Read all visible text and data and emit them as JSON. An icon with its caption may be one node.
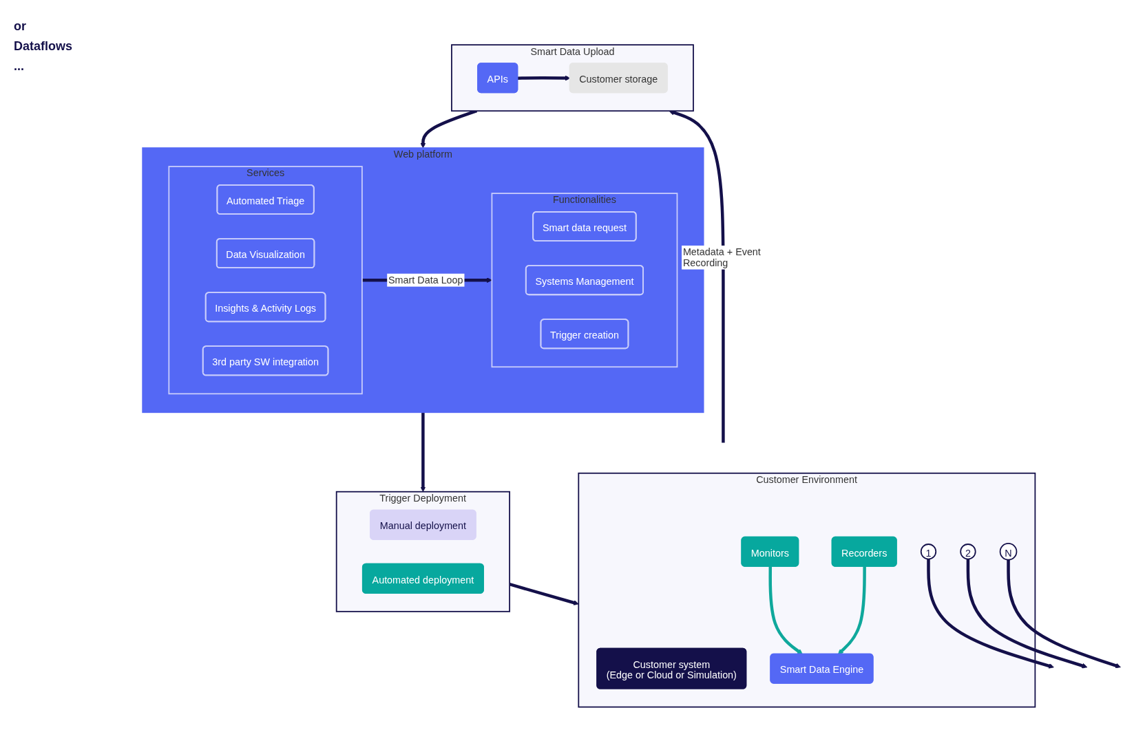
{
  "diagram": {
    "nodes": [
      {
        "text": [
          "Web platform"
        ]
      },
      {
        "text": [
          "Functionalities"
        ],
        "in": 0
      },
      {
        "text": [
          "Smart data request"
        ],
        "in": 1
      },
      {
        "text": [
          "Systems Management"
        ],
        "in": 1
      },
      {
        "text": [
          "Trigger creation"
        ],
        "in": 1
      },
      {
        "text": [
          "Services"
        ],
        "in": 0
      },
      {
        "text": [
          "Automated Triage"
        ],
        "in": 5
      },
      {
        "text": [
          "Data Visualization"
        ],
        "in": 5
      },
      {
        "text": [
          "Insights & Activity Logs"
        ],
        "in": 5
      },
      {
        "text": [
          "3rd party SW integration"
        ],
        "in": 5
      },
      {
        "text": [
          "Trigger Deployment"
        ]
      },
      {
        "text": [
          "Manual deployment"
        ],
        "in": 10
      },
      {
        "text": [
          "Automated deployment"
        ],
        "in": 10
      },
      {
        "text": [
          "Smart Data Upload"
        ]
      },
      {
        "text": [
          "APIs"
        ],
        "in": 13
      },
      {
        "text": [
          "Customer storage"
        ],
        "in": 13
      },
      {
        "text": [
          "Customer Environment"
        ]
      },
      {
        "text": [
          "Customer system",
          "(Edge or Cloud or Simulation)"
        ],
        "in": 16
      },
      {
        "text": [
          "1"
        ],
        "in": 16
      },
      {
        "text": [
          "2"
        ],
        "in": 16
      },
      {
        "text": [
          "N"
        ],
        "in": 16
      },
      {
        "text": [
          "Monitors"
        ],
        "in": 16
      },
      {
        "text": [
          "Recorders"
        ],
        "in": 16
      },
      {
        "text": [
          "Smart Data Engine"
        ],
        "in": 16
      }
    ],
    "edges": [
      {
        "from": 5,
        "to": 1,
        "arrow": "to",
        "label": "Smart Data Loop"
      },
      {
        "from": 0,
        "to": 10,
        "arrow": "to"
      },
      {
        "from": 10,
        "to": 16,
        "arrow": "to"
      },
      {
        "from": 16,
        "to": 13,
        "arrow": "to",
        "label": "Metadata + Event Recording"
      },
      {
        "from": 13,
        "to": 0,
        "arrow": "to"
      },
      {
        "from": 14,
        "to": 15,
        "arrow": "to"
      },
      {
        "from": 18,
        "to": null,
        "arrow": "to"
      },
      {
        "from": 19,
        "to": null,
        "arrow": "to"
      },
      {
        "from": 20,
        "to": null,
        "arrow": "to"
      },
      {
        "from": 21,
        "to": 23,
        "arrow": "to",
        "color": "#0fa89c"
      },
      {
        "from": 22,
        "to": 23,
        "arrow": "to",
        "color": "#0fa89c"
      }
    ],
    "labels": [
      "or",
      "Dataflows",
      "..."
    ]
  }
}
